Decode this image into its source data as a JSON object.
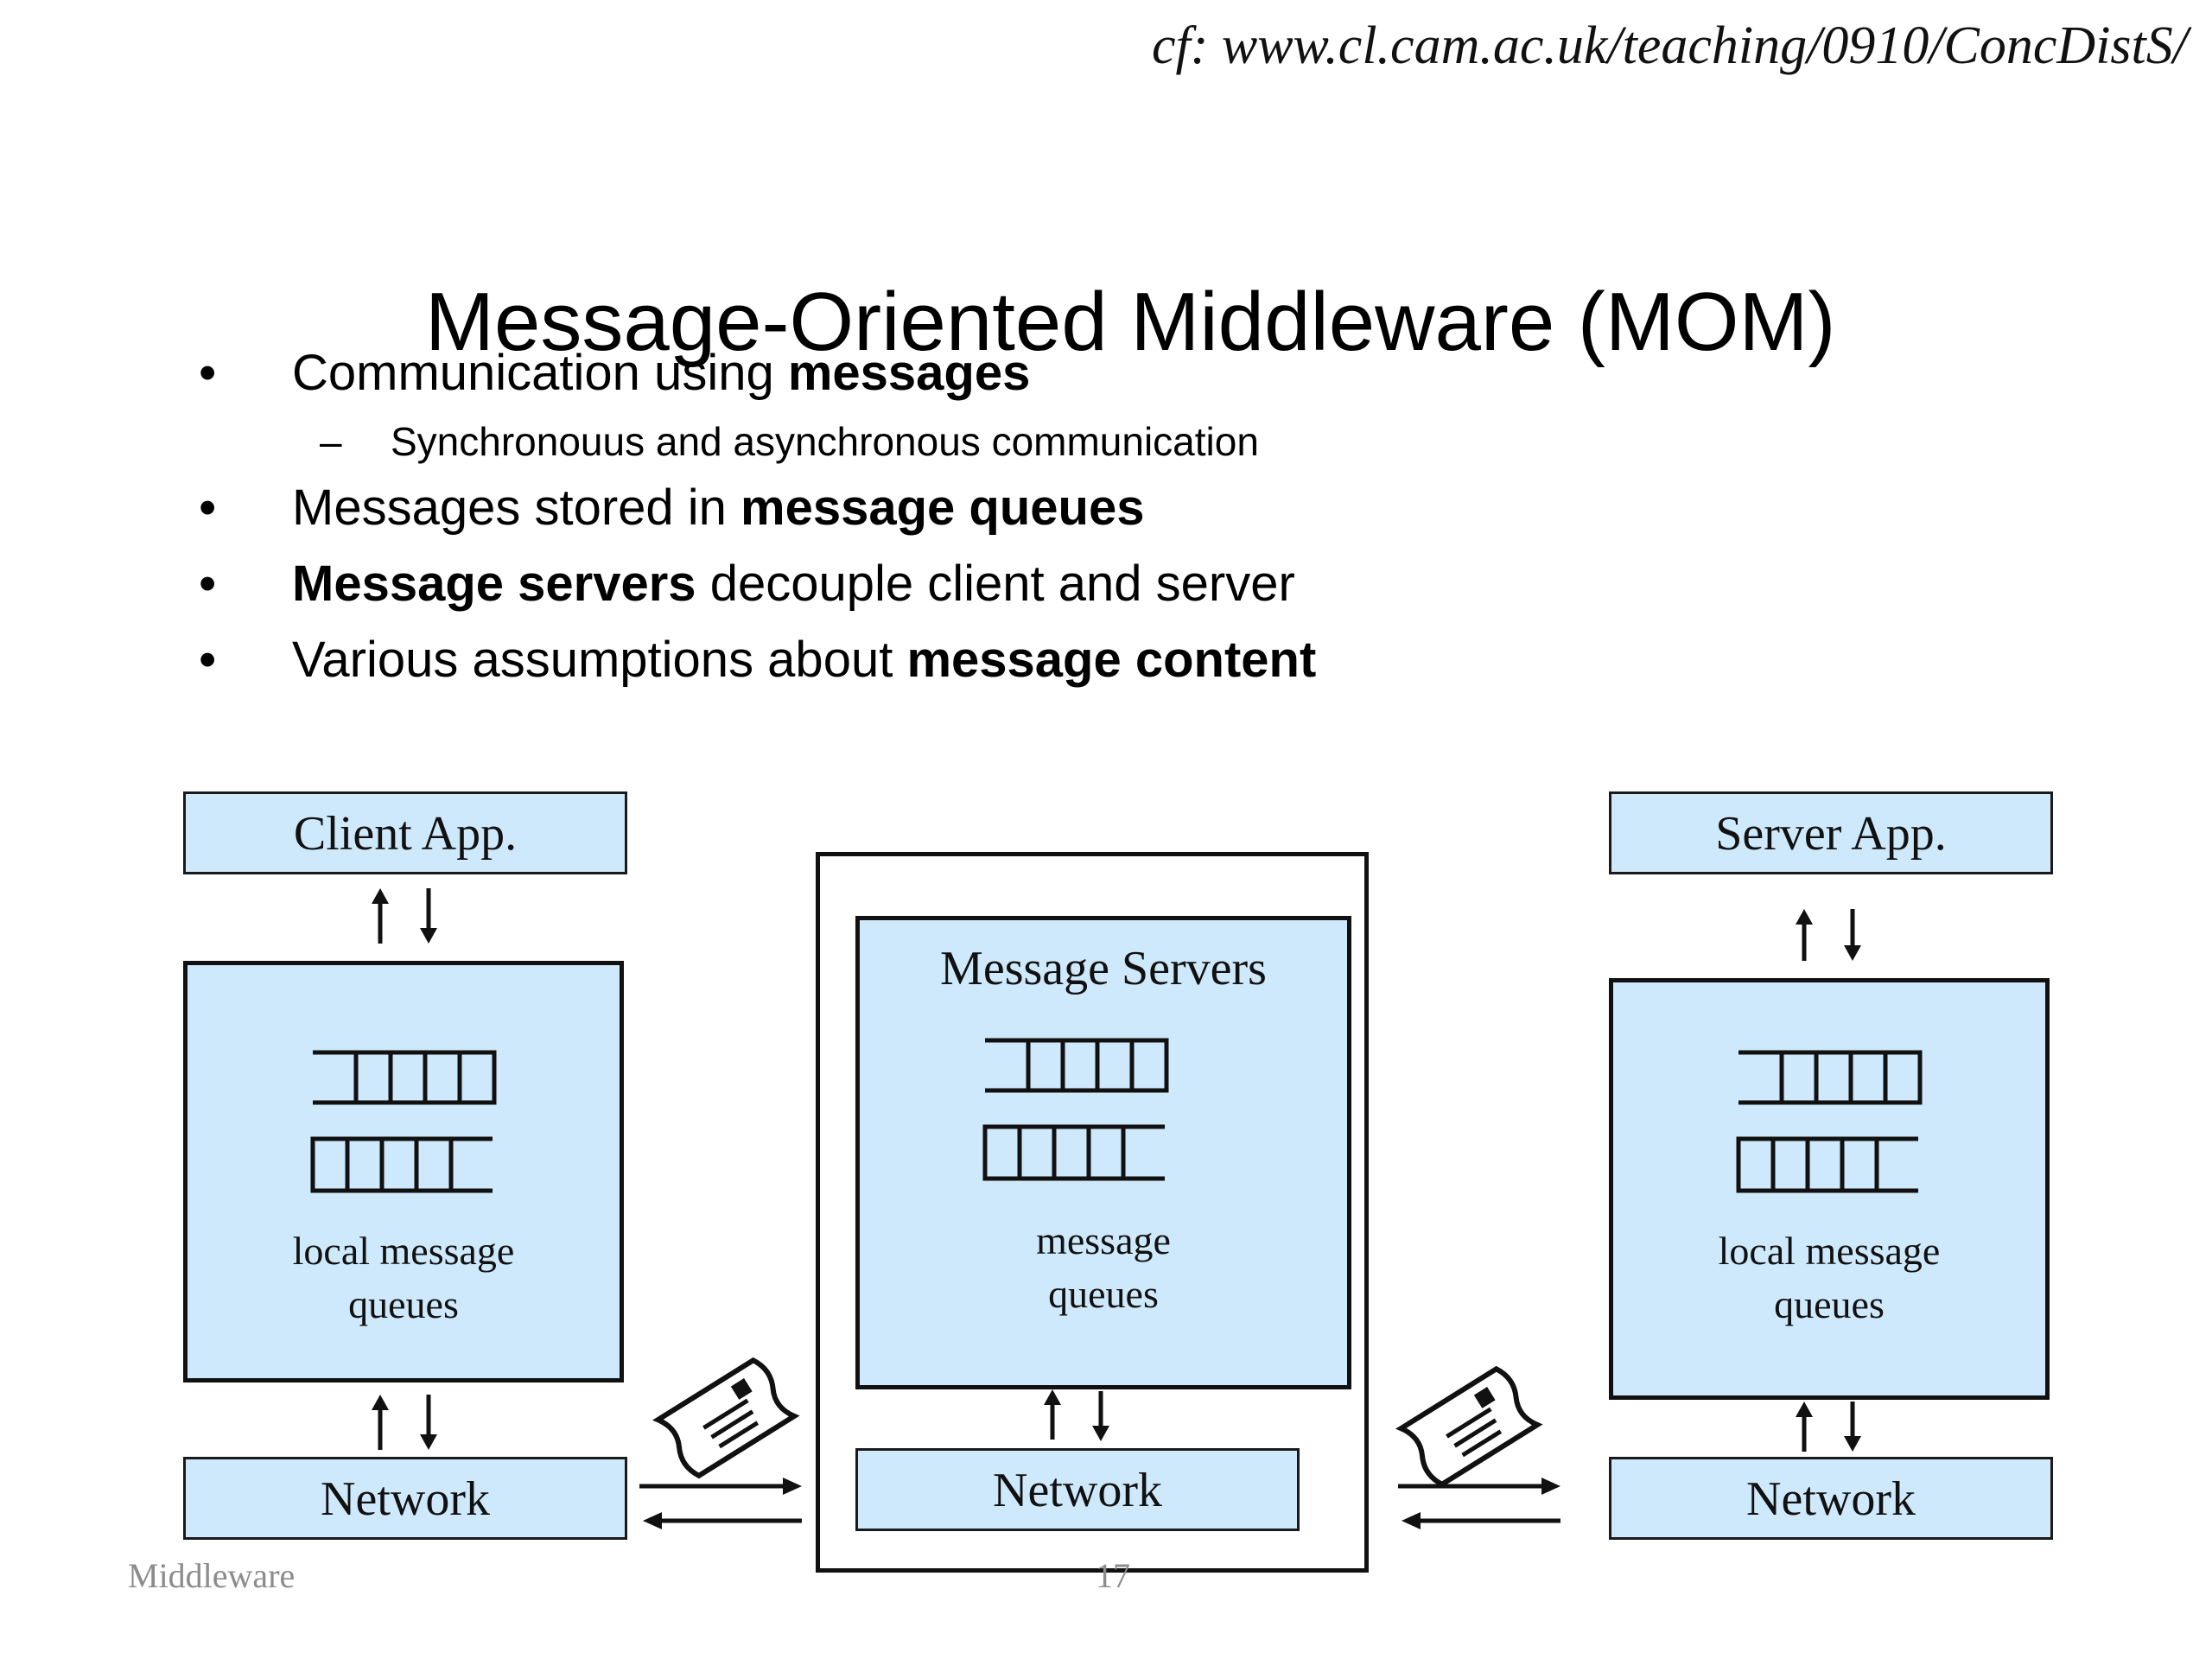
{
  "reference": "cf: www.cl.cam.ac.uk/teaching/0910/ConcDistS/",
  "title": "Message-Oriented Middleware (MOM)",
  "bullets": [
    {
      "pre": "Communication using ",
      "bold": "messages",
      "post": ""
    },
    {
      "pre": "Messages stored in ",
      "bold": "message queues",
      "post": ""
    },
    {
      "pre": "",
      "bold": "Message servers",
      "post": " decouple client and server"
    },
    {
      "pre": "Various assumptions about ",
      "bold": "message content",
      "post": ""
    }
  ],
  "sub_bullet": "Synchronouus and asynchronous communication",
  "diagram": {
    "client": {
      "app": "Client App.",
      "queues_line1": "local message",
      "queues_line2": "queues",
      "network": "Network"
    },
    "server_mid": {
      "title": "Message Servers",
      "queues_line1": "message",
      "queues_line2": "queues",
      "network": "Network"
    },
    "server": {
      "app": "Server App.",
      "queues_line1": "local message",
      "queues_line2": "queues",
      "network": "Network"
    }
  },
  "footer": {
    "left": "Middleware",
    "page": "17"
  },
  "colors": {
    "box_fill": "#cfe9fc",
    "border": "#111111",
    "footer": "#8c8c8c"
  }
}
